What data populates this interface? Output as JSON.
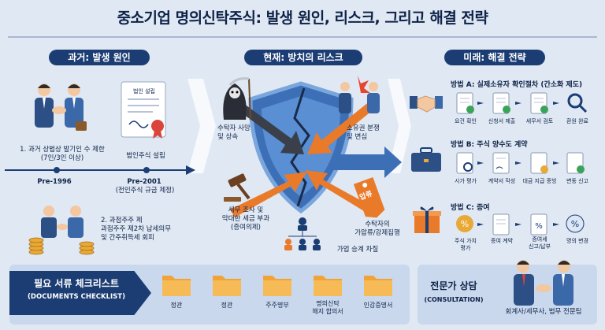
{
  "title": "중소기업 명의신탁주식: 발생 원인, 리스크, 그리고 해결 전략",
  "sections": {
    "past": "과거: 발생 원인",
    "present": "현재: 방치의 리스크",
    "future": "미래: 해결 전략"
  },
  "past": {
    "cause1": "1. 과거 상법상 발기인 수 제한",
    "cause1_sub": "(7인/3인 이상)",
    "doc_label": "법인 설립",
    "pre1996": "Pre-1996",
    "event2001": "법인주식 설립",
    "pre2001": "Pre-2001",
    "pre2001_sub": "(전인주식 규금 제정)",
    "cause2_line1": "2. 과점주주 제",
    "cause2_line2": "과점주주 제2차 납세의무",
    "cause2_line3": "및 간주취득세 회피"
  },
  "present": {
    "risk_death": "수탁자 사망\n및 상속",
    "risk_dispute": "소유권 분쟁\n및 변심",
    "risk_tax": "세무 조사 및\n막대한 세금 부과\n(증여의제)",
    "risk_seizure": "수탁자의\n가압류/강제집행",
    "risk_succession": "가업 승계 차질",
    "tag_text": "압류"
  },
  "future": {
    "methodA": "방법 A: 실제소유자 확인절차 (간소화 제도)",
    "methodA_steps": [
      "요건 확인",
      "신청서 제출",
      "세무서 검토",
      "환원 완료"
    ],
    "methodB": "방법 B: 주식 양수도 계약",
    "methodB_steps": [
      "시가 평가",
      "계약서 작성",
      "대금 지급 증빙",
      "변동 신고"
    ],
    "methodC": "방법 C: 증여",
    "methodC_steps": [
      "주식 가치\n평가",
      "증여 계약",
      "증여세\n신고/납부",
      "명의 변경"
    ]
  },
  "checklist": {
    "title": "필요 서류 체크리스트",
    "subtitle": "(DOCUMENTS CHECKLIST)",
    "docs": [
      "정관",
      "정관",
      "주주명부",
      "명의신탁\n해지 합의서",
      "인감증명서"
    ]
  },
  "consult": {
    "title": "전문가 상담",
    "subtitle": "(CONSULTATION)",
    "caption": "회계사/세무사, 법무 전문팀"
  },
  "colors": {
    "navy": "#1c3d73",
    "orange": "#e97a2a",
    "shield": "#3d6fb6",
    "folder": "#f0a437"
  }
}
